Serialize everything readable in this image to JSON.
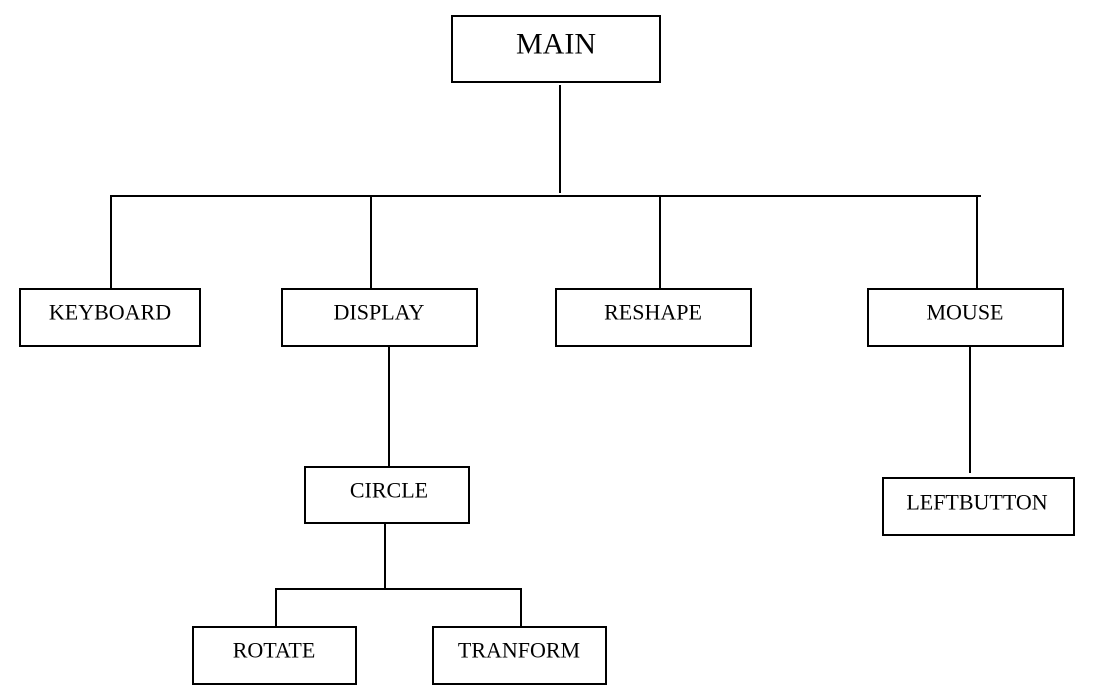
{
  "diagram": {
    "nodes": {
      "main": "MAIN",
      "keyboard": "KEYBOARD",
      "display": "DISPLAY",
      "reshape": "RESHAPE",
      "mouse": "MOUSE",
      "circle": "CIRCLE",
      "leftbutton": "LEFTBUTTON",
      "rotate": "ROTATE",
      "tranform": "TRANFORM"
    },
    "edges": [
      [
        "main",
        "keyboard"
      ],
      [
        "main",
        "display"
      ],
      [
        "main",
        "reshape"
      ],
      [
        "main",
        "mouse"
      ],
      [
        "display",
        "circle"
      ],
      [
        "mouse",
        "leftbutton"
      ],
      [
        "circle",
        "rotate"
      ],
      [
        "circle",
        "tranform"
      ]
    ]
  }
}
